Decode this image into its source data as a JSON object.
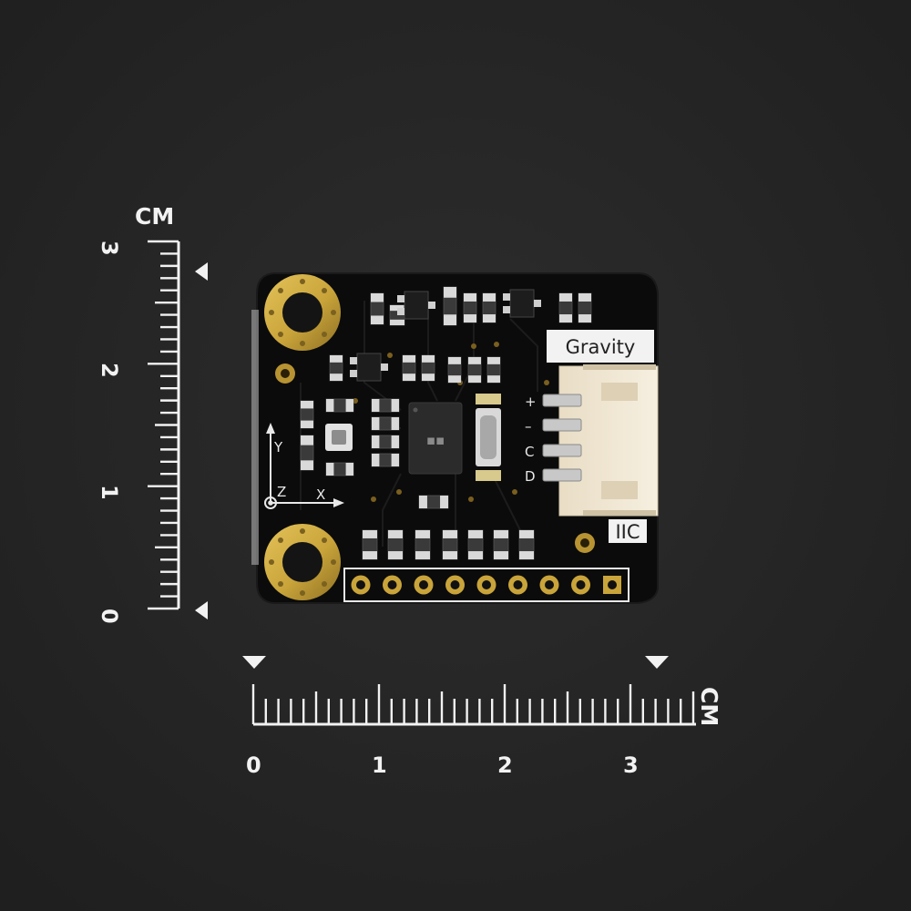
{
  "scene": {
    "background_color": "#262626",
    "board_color": "#0b0b0b",
    "gold_color": "#c9a43a"
  },
  "vertical_ruler": {
    "unit": "CM",
    "labels": [
      "3",
      "2",
      "1",
      "0"
    ]
  },
  "horizontal_ruler": {
    "unit": "CM",
    "labels": [
      "0",
      "1",
      "2",
      "3"
    ]
  },
  "board": {
    "brand_label": "Gravity",
    "interface_label": "IIC",
    "pin_labels": [
      "+",
      "–",
      "C",
      "D"
    ],
    "axis_labels": [
      "Y",
      "Z",
      "X"
    ]
  }
}
